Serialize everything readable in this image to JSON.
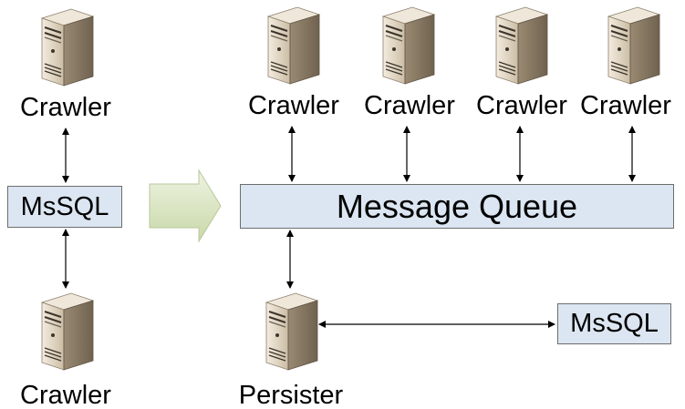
{
  "left": {
    "top_crawler_label": "Crawler",
    "db_label": "MsSQL",
    "bottom_crawler_label": "Crawler"
  },
  "right": {
    "crawlers": [
      "Crawler",
      "Crawler",
      "Crawler",
      "Crawler"
    ],
    "queue_label": "Message Queue",
    "persister_label": "Persister",
    "db_label": "MsSQL"
  },
  "colors": {
    "box_fill": "#dce6f2",
    "big_arrow_fill": "#d7e4bd"
  }
}
